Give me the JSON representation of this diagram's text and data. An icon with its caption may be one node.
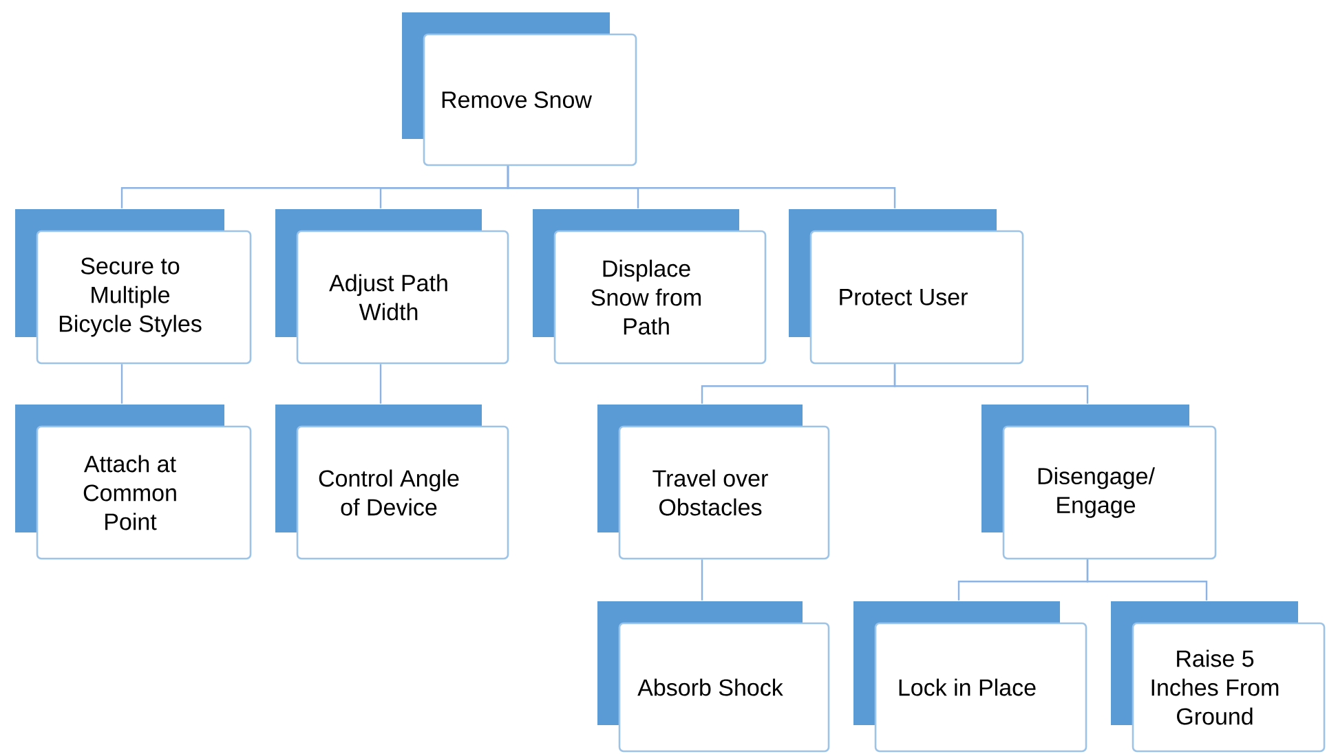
{
  "diagram": {
    "nodes": [
      {
        "text": [
          "Remove Snow"
        ]
      },
      {
        "text": [
          "Secure to Multiple Bicycle Styles"
        ]
      },
      {
        "text": [
          "Adjust Path Width"
        ]
      },
      {
        "text": [
          "Displace Snow from Path"
        ]
      },
      {
        "text": [
          "Protect User"
        ]
      },
      {
        "text": [
          "Attach at Common Point"
        ]
      },
      {
        "text": [
          "Control Angle of Device"
        ]
      },
      {
        "text": [
          "Travel over Obstacles"
        ]
      },
      {
        "text": [
          "Disengage/ Engage"
        ]
      },
      {
        "text": [
          "Absorb Shock"
        ]
      },
      {
        "text": [
          "Lock in Place"
        ]
      },
      {
        "text": [
          "Raise 5 Inches From Ground"
        ]
      }
    ],
    "edges": [
      {
        "from": 0,
        "to": 1,
        "arrow": "none"
      },
      {
        "from": 0,
        "to": 2,
        "arrow": "none"
      },
      {
        "from": 0,
        "to": 3,
        "arrow": "none"
      },
      {
        "from": 0,
        "to": 4,
        "arrow": "none"
      },
      {
        "from": 1,
        "to": 5,
        "arrow": "none"
      },
      {
        "from": 2,
        "to": 6,
        "arrow": "none"
      },
      {
        "from": 4,
        "to": 7,
        "arrow": "none"
      },
      {
        "from": 4,
        "to": 8,
        "arrow": "none"
      },
      {
        "from": 7,
        "to": 9,
        "arrow": "none"
      },
      {
        "from": 8,
        "to": 10,
        "arrow": "none"
      },
      {
        "from": 8,
        "to": 11,
        "arrow": "none"
      }
    ]
  }
}
